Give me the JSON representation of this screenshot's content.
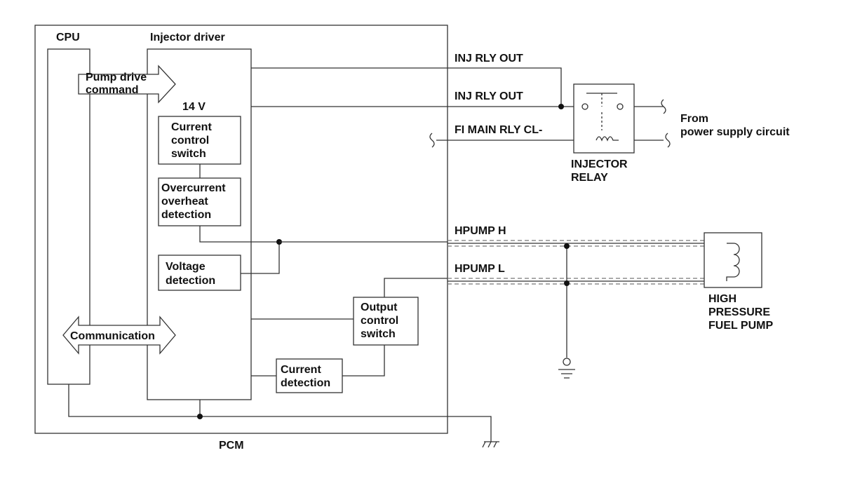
{
  "pcm": {
    "label": "PCM",
    "cpu_label": "CPU",
    "driver_label": "Injector driver",
    "pump_drive_command": [
      "Pump drive",
      "command"
    ],
    "voltage_14v": "14 V",
    "current_control_switch": [
      "Current",
      "control",
      "switch"
    ],
    "overcurrent_detection": [
      "Overcurrent",
      "overheat",
      "detection"
    ],
    "voltage_detection": [
      "Voltage",
      "detection"
    ],
    "communication": "Communication",
    "output_control_switch": [
      "Output",
      "control",
      "switch"
    ],
    "current_detection": [
      "Current",
      "detection"
    ]
  },
  "signals": {
    "inj_rly_out_1": "INJ RLY OUT",
    "inj_rly_out_2": "INJ RLY OUT",
    "fi_main_rly": "FI MAIN RLY CL-",
    "hpump_h": "HPUMP H",
    "hpump_l": "HPUMP L"
  },
  "relay": {
    "label": [
      "INJECTOR",
      "RELAY"
    ],
    "supply": [
      "From",
      "power supply circuit"
    ]
  },
  "pump": {
    "label": [
      "HIGH",
      "PRESSURE",
      "FUEL PUMP"
    ]
  }
}
